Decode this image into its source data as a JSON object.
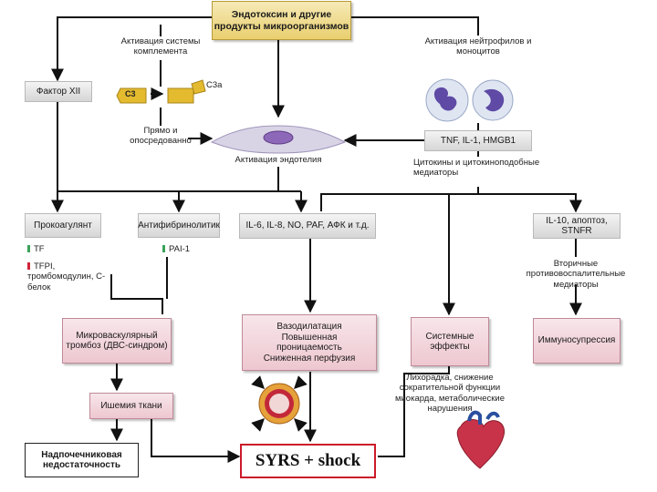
{
  "top_box": "Эндотоксин и другие продукты микроорганизмов",
  "labels": {
    "complement": "Активация системы комплемента",
    "c3": "C3",
    "c3a": "C3a",
    "direct": "Прямо и опосредованно",
    "neutrophils": "Активация нейтрофилов и моноцитов",
    "endothelium": "Активация эндотелия",
    "cytokines": "Цитокины и цитокиноподобные медиаторы",
    "tf": "TF",
    "tfpi": "TFPI, тромбомодулин, С-белок",
    "pai": "PAI-1",
    "secondary": "Вторичные противовоспалительные медиаторы",
    "fever": "Лихорадка, снижение сократительной функции миокарда, метаболические нарушения"
  },
  "boxes": {
    "factor12": "Фактор XII",
    "tnf": "TNF, IL-1, HMGB1",
    "procoag": "Прокоагулянт",
    "antifib": "Антифибринолитик",
    "il6": "IL-6, IL-8, NO, PAF, АФК и т.д.",
    "il10": "IL-10, апоптоз, STNFR",
    "micro": "Микроваскулярный тромбоз (ДВС-синдром)",
    "vaso": "Вазодилатация Повышенная проницаемость Сниженная перфузия",
    "systemic": "Системные эффекты",
    "immuno": "Иммуносупрессия",
    "ischemia": "Ишемия ткани",
    "adrenal": "Надпочечниковая недостаточность"
  },
  "footer": "SYRS + shock",
  "colors": {
    "pink_box": "#eec7d0",
    "gold_box": "#e9cf6e",
    "shock_border": "#cc1a2a",
    "up_marker": "#3aa35a",
    "down_marker": "#d2233a"
  }
}
